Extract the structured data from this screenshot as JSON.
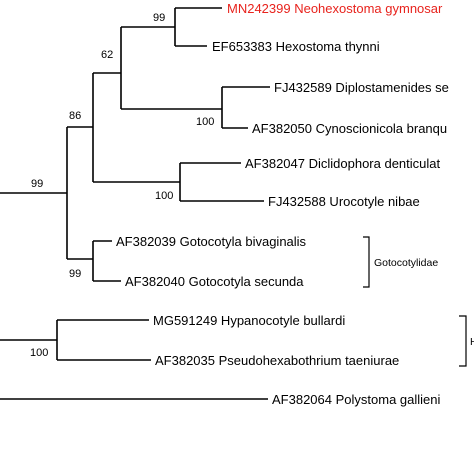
{
  "taxa": [
    {
      "label": "MN242399 Neohexostoma gymnosar",
      "highlight": true
    },
    {
      "label": "EF653383 Hexostoma thynni"
    },
    {
      "label": "FJ432589 Diplostamenides se"
    },
    {
      "label": "AF382050 Cynoscionicola branqu"
    },
    {
      "label": "AF382047 Diclidophora denticulat"
    },
    {
      "label": "FJ432588 Urocotyle nibae"
    },
    {
      "label": "AF382039 Gotocotyla bivaginalis"
    },
    {
      "label": "AF382040 Gotocotyla secunda"
    },
    {
      "label": "MG591249 Hypanocotyle bullardi"
    },
    {
      "label": "AF382035 Pseudohexabothrium taeniurae"
    },
    {
      "label": "AF382064 Polystoma gallieni"
    }
  ],
  "support_values": [
    "99",
    "62",
    "100",
    "86",
    "100",
    "99",
    "99",
    "100"
  ],
  "clade_labels": [
    "Gotocotylidae",
    "H"
  ],
  "colors": {
    "branch": "#000000",
    "highlight": "#e8231d"
  }
}
